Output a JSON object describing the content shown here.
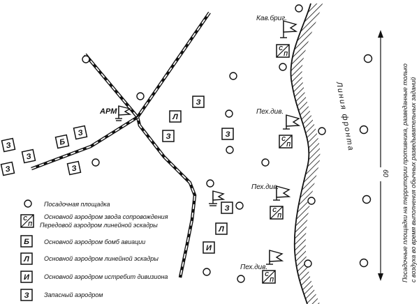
{
  "map": {
    "units": [
      {
        "label": "Кав.бриг."
      },
      {
        "label": "Пех.див."
      },
      {
        "label": "Пех.див."
      },
      {
        "label": "Пех.див."
      }
    ],
    "hq_label": "АРМ",
    "front_label": "Линия фронта",
    "side_note": {
      "line1": "Посадочные площадки на территории противника, разведанные только",
      "line2": "с воздуха во время выполнения обычных разведывательных заданий",
      "distance": "60"
    },
    "symbols": {
      "zapas": "З",
      "bomb": "Б",
      "lin": "Л",
      "istr": "И",
      "cp_top": "С",
      "cp_bottom": "П"
    },
    "legend": [
      {
        "key": "landing",
        "text": "Посадочная площадка"
      },
      {
        "key": "escort",
        "text": "Основной аэродром звода сопровождения"
      },
      {
        "key": "forward",
        "text": "Передовой аэродром линейной эскадры"
      },
      {
        "key": "bomb",
        "text": "Основной аэродром бомб авиации"
      },
      {
        "key": "line",
        "text": "Основной аэродром линейной эскадры"
      },
      {
        "key": "fighter",
        "text": "Основной аэродром истребит дивизиона"
      },
      {
        "key": "reserve",
        "text": "Запасный аэродром"
      }
    ]
  }
}
